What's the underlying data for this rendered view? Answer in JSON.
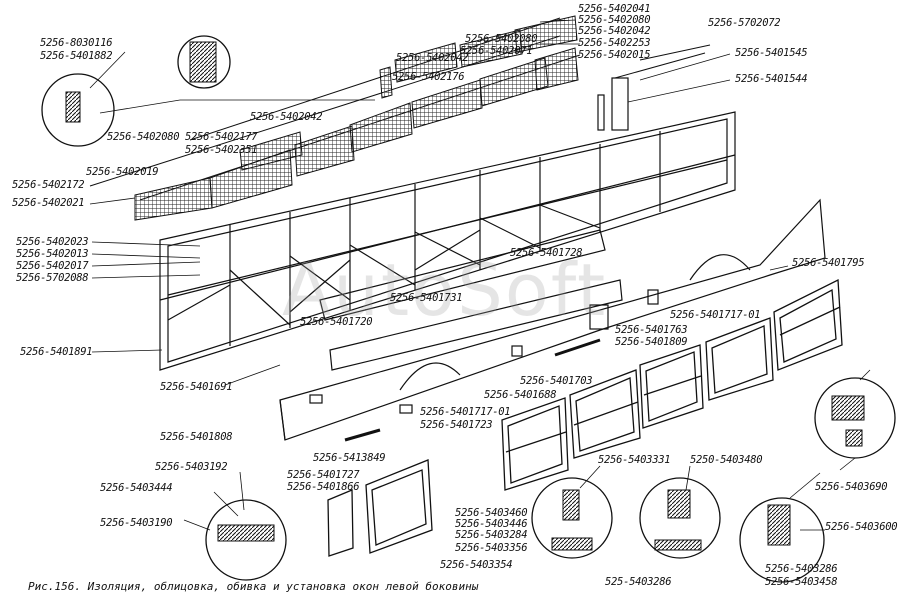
{
  "caption": "Рис.156. Изоляция, облицовка, обивка и установка окон левой боковины",
  "watermark": "AutoSoft",
  "labels": {
    "l1": "5256-8030116",
    "l2": "5256-5401882",
    "l3": "5256-5402041",
    "l4": "5256-5402080",
    "l5": "5256-5402042",
    "l6": "5256-5402080",
    "l7": "5256-5402042",
    "l8": "5256-5402253",
    "l9": "5256-5402071",
    "l10": "5256-5402015",
    "l11": "5256-5702072",
    "l12": "5256-5401545",
    "l13": "5256-5402176",
    "l14": "5256-5401544",
    "l15": "5256-5402080",
    "l16": "5256-5402177",
    "l17": "5256-5402351",
    "l18": "5256-5402042",
    "l19": "5256-5402019",
    "l20": "5256-5402172",
    "l21": "5256-5402021",
    "l22": "5256-5402023",
    "l23": "5256-5402013",
    "l24": "5256-5402017",
    "l25": "5256-5702088",
    "l26": "5256-5401728",
    "l27": "5256-5401795",
    "l28": "5256-5401731",
    "l29": "5256-5401720",
    "l30": "5256-5401717-01",
    "l31": "5256-5401763",
    "l32": "5256-5401809",
    "l33": "5256-5401891",
    "l34": "5256-5401691",
    "l35": "5256-5401703",
    "l36": "5256-5401688",
    "l37": "5256-5401717-01",
    "l38": "5256-5401723",
    "l39": "5256-5401808",
    "l40": "5256-5413849",
    "l41": "5256-5401727",
    "l42": "5256-5401866",
    "l43": "5256-5403192",
    "l44": "5256-5403444",
    "l45": "5256-5403190",
    "l46": "5256-5403331",
    "l47": "5250-5403480",
    "l48": "5256-5403690",
    "l49": "5256-5403460",
    "l50": "5256-5403446",
    "l51": "5256-5403284",
    "l52": "5256-5403356",
    "l53": "5256-5403354",
    "l54": "5256-5403600",
    "l55": "525-5403286",
    "l56": "5256-5403286",
    "l57": "5256-5403458"
  }
}
